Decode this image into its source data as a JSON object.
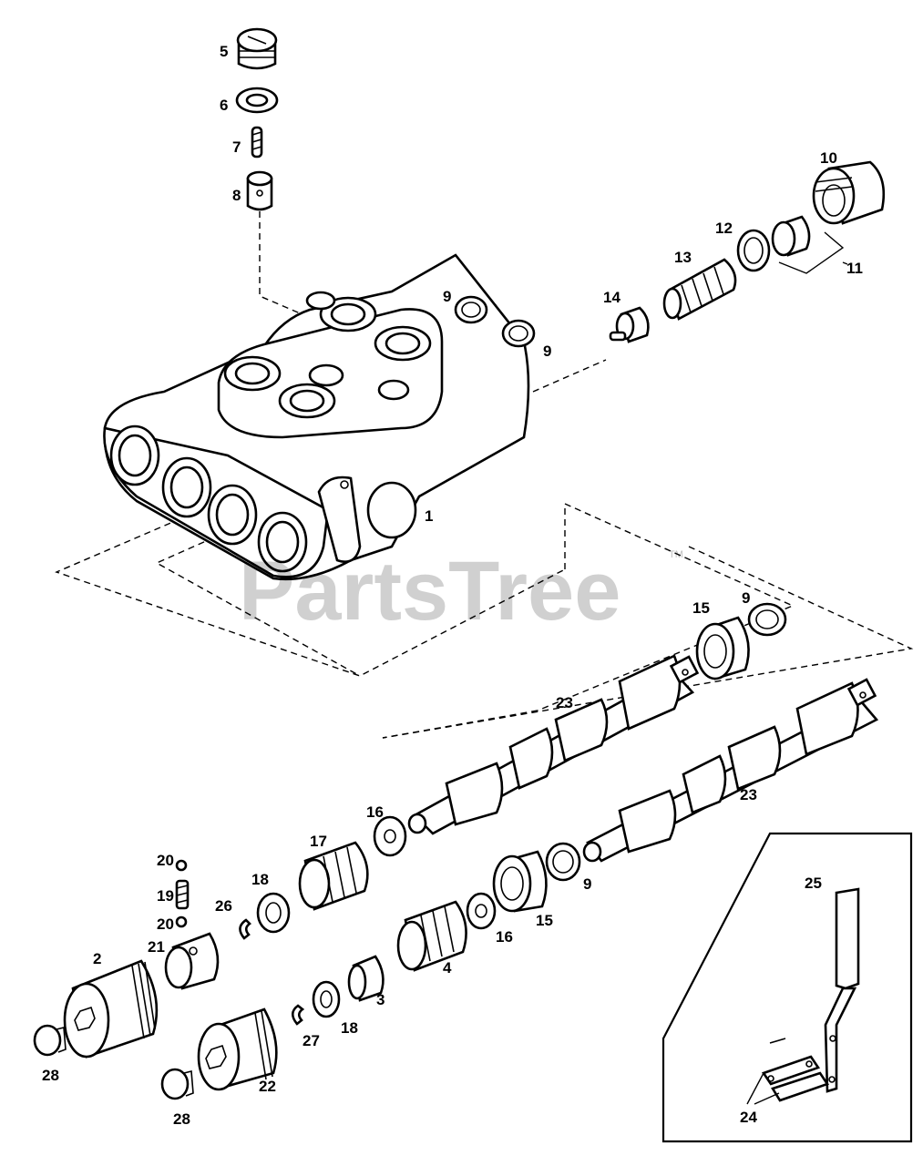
{
  "watermark": {
    "text": "PartsTree",
    "trademark": "TM"
  },
  "callouts": [
    "1",
    "2",
    "3",
    "4",
    "5",
    "6",
    "7",
    "8",
    "9",
    "9",
    "9",
    "9",
    "10",
    "11",
    "12",
    "13",
    "14",
    "15",
    "15",
    "16",
    "16",
    "17",
    "18",
    "18",
    "19",
    "20",
    "20",
    "21",
    "22",
    "23",
    "23",
    "24",
    "25",
    "26",
    "27",
    "28",
    "28"
  ]
}
